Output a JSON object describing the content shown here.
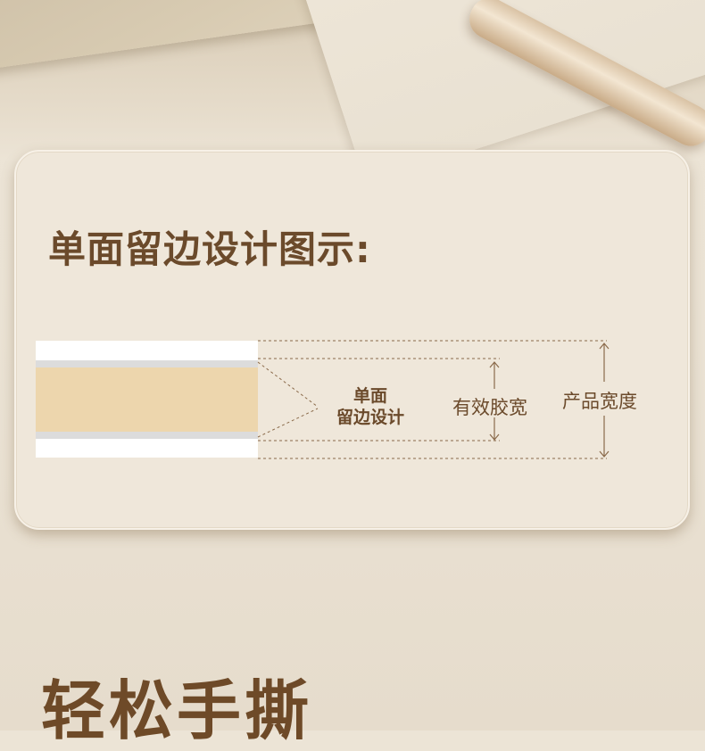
{
  "diagram": {
    "title": "单面留边设计图示:",
    "labels": {
      "design": [
        "单面",
        "留边设计"
      ],
      "effective_width": "有效胶宽",
      "product_width": "产品宽度"
    },
    "colors": {
      "text": "#6b4a2b",
      "adhesive": "#edd6ad",
      "liner": "#ffffff",
      "edge": "#dcdcdc",
      "guide": "#8a6a4a"
    }
  },
  "section": {
    "title": "轻松手撕"
  }
}
